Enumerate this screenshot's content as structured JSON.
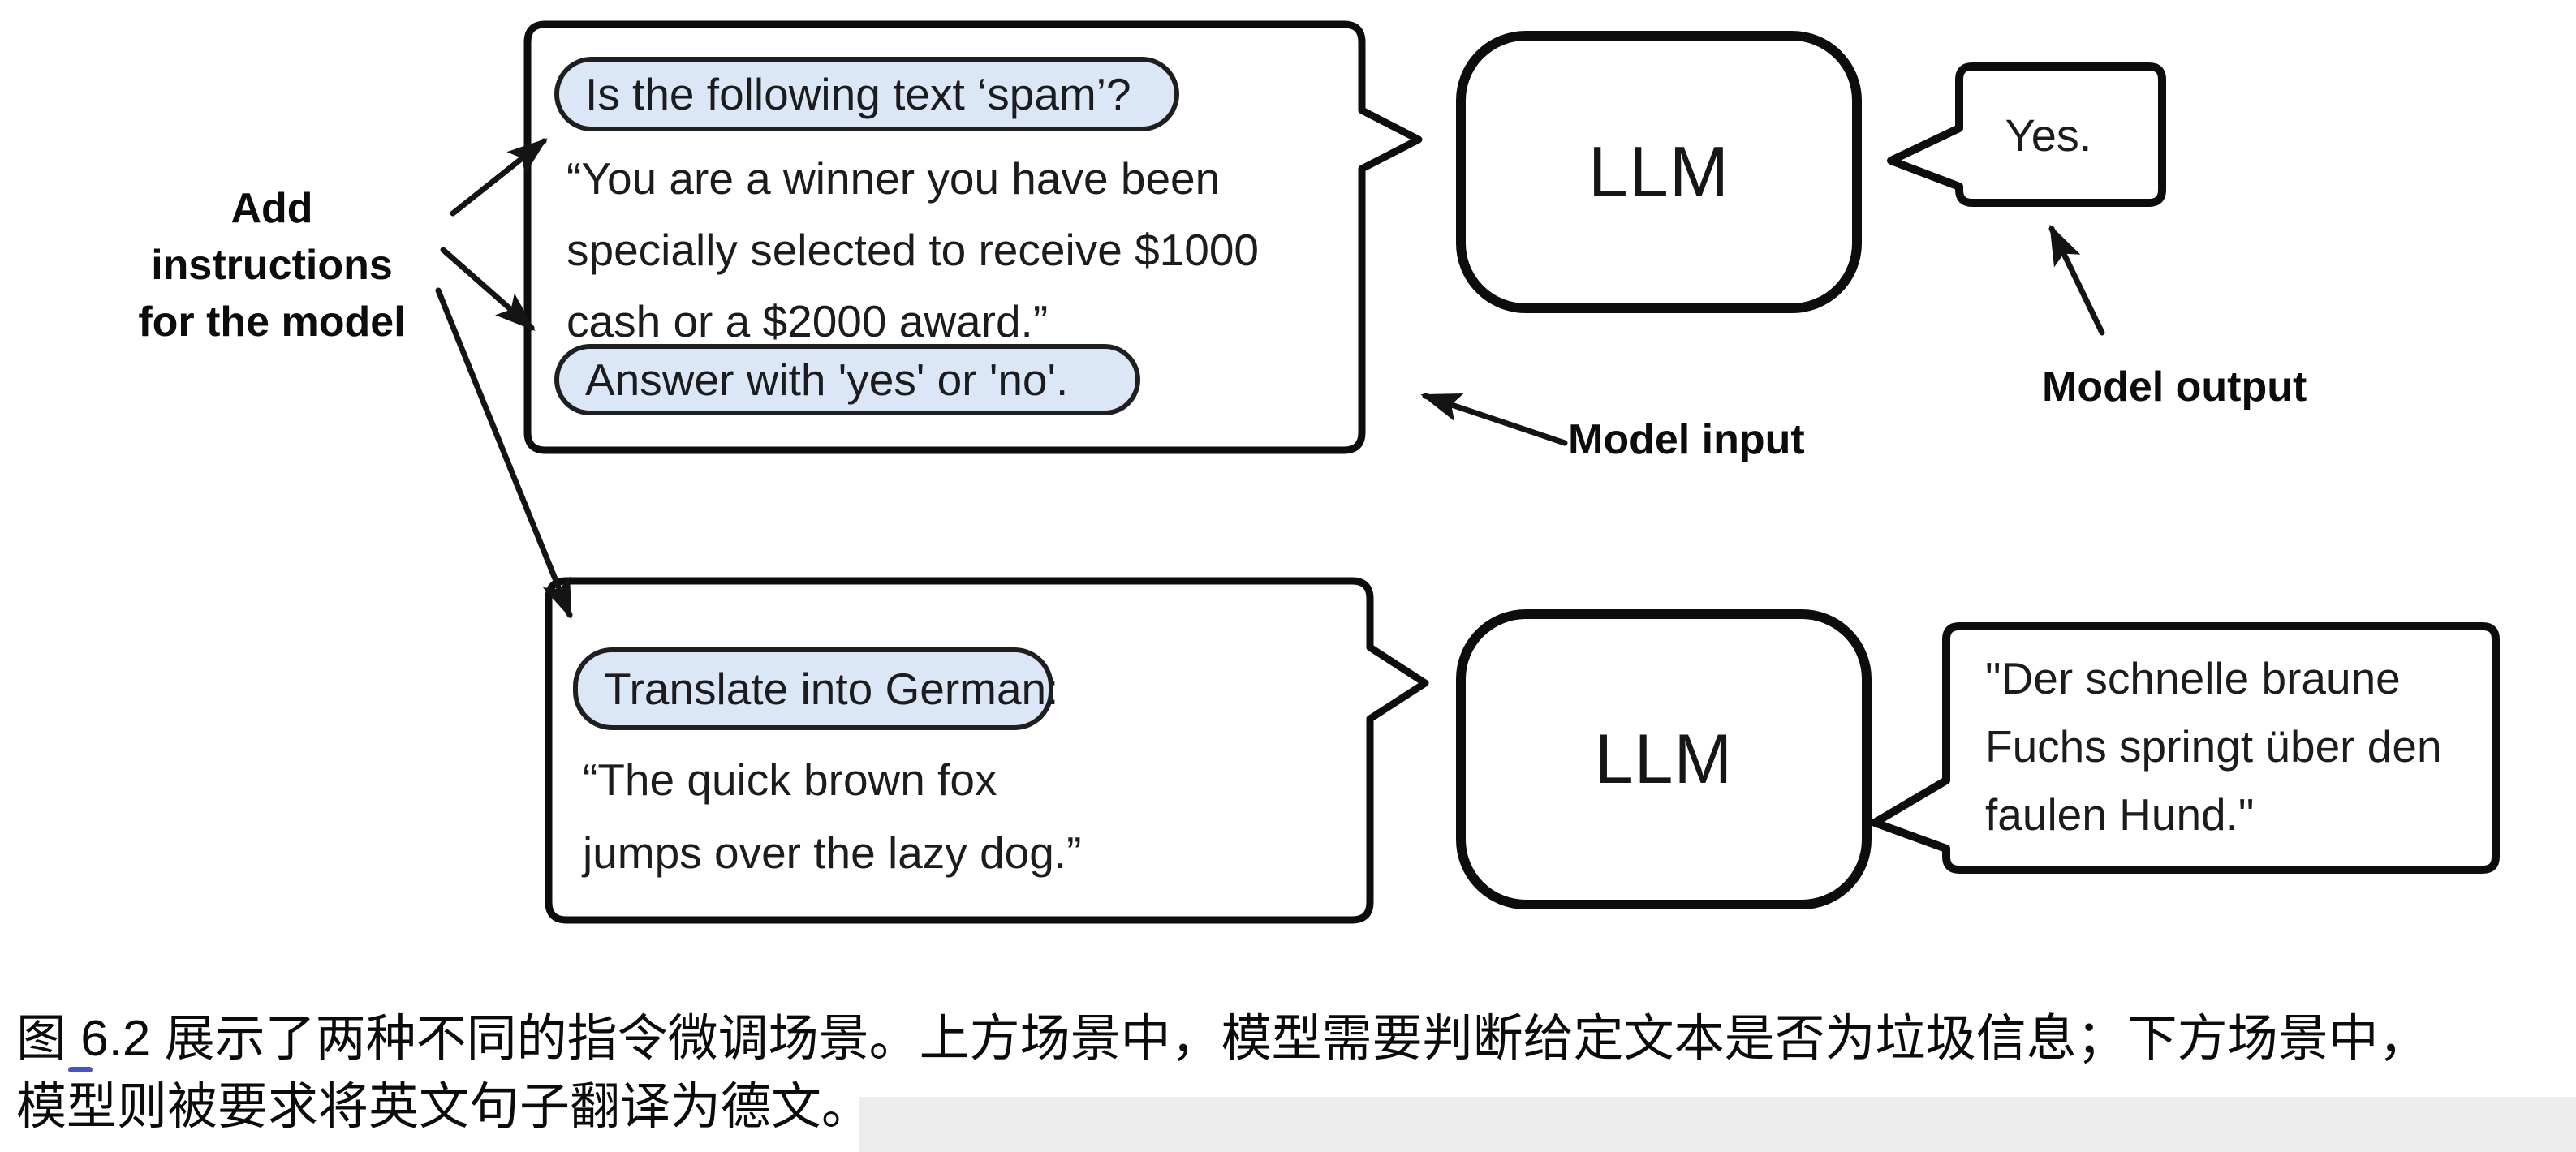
{
  "figure": {
    "callout": {
      "line1": "Add instructions",
      "line2": "for the model"
    },
    "labels": {
      "model_input": "Model input",
      "model_output": "Model output"
    },
    "scenario_spam": {
      "instruction_top": "Is the following text ‘spam’?",
      "body_lines": [
        "“You are a winner you have been",
        "specially selected to receive $1000",
        "cash or a $2000 award.”"
      ],
      "instruction_bottom": "Answer with 'yes' or 'no'.",
      "llm_label": "LLM",
      "output": "Yes."
    },
    "scenario_translate": {
      "instruction": "Translate into German:",
      "body_lines": [
        "“The quick brown fox",
        "jumps over the lazy dog.”"
      ],
      "llm_label": "LLM",
      "output_lines": [
        "\"Der schnelle braune",
        "Fuchs springt über den",
        "faulen Hund.\""
      ]
    },
    "colors": {
      "pill_fill": "#dbe7f6",
      "pill_border": "#1f1f1f",
      "ink": "#111111",
      "caption_underline": "#4a54c4",
      "footer_band": "#ededed"
    }
  },
  "caption": {
    "line1": "图 6.2 展示了两种不同的指令微调场景。上方场景中，模型需要判断给定文本是否为垃圾信息；下方场景中，",
    "line2": "模型则被要求将英文句子翻译为德文。"
  }
}
